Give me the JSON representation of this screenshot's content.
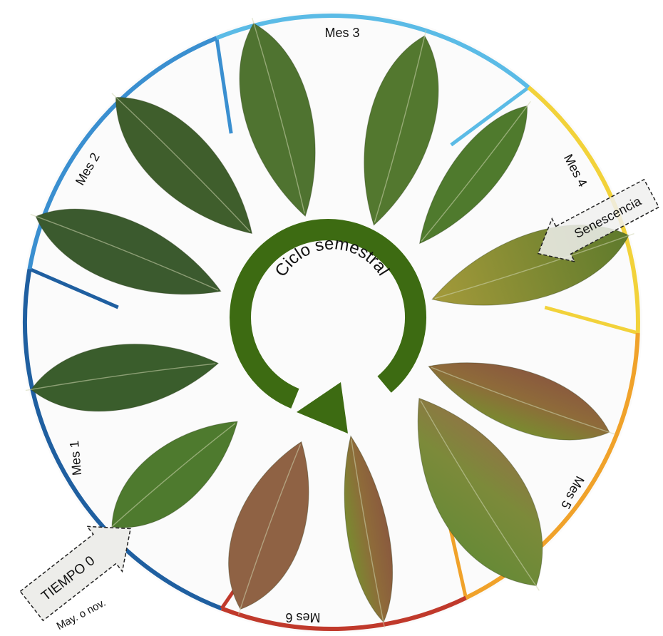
{
  "cycle": {
    "center_label": "Ciclo semestral",
    "arrow_color": "#3d6b12"
  },
  "months": [
    {
      "label": "Mes 1",
      "color": "#1f5fa0"
    },
    {
      "label": "Mes 2",
      "color": "#3a8fd0"
    },
    {
      "label": "Mes 3",
      "color": "#5bbbe6"
    },
    {
      "label": "Mes 4",
      "color": "#f2d23a"
    },
    {
      "label": "Mes 5",
      "color": "#f0a22a"
    },
    {
      "label": "Mes 6",
      "color": "#c0392b"
    }
  ],
  "callouts": {
    "senescencia": "Senescencia",
    "tiempo0": "TIEMPO 0",
    "tiempo0_sub": "May. o nov."
  },
  "leaf_stages": [
    {
      "stage": "Mes 1",
      "fill": "#4e7a2e"
    },
    {
      "stage": "Mes 1",
      "fill": "#3a5d2c"
    },
    {
      "stage": "Mes 2",
      "fill": "#3b5a2e"
    },
    {
      "stage": "Mes 2",
      "fill": "#3f5e2c"
    },
    {
      "stage": "Mes 3",
      "fill": "#4f7330"
    },
    {
      "stage": "Mes 3",
      "fill": "#53782f"
    },
    {
      "stage": "Mes 4",
      "fill": "#4f7a2d"
    },
    {
      "stage": "Mes 4",
      "fill": "#6f8a2e"
    },
    {
      "stage": "Mes 5",
      "fill": "#6c7f30"
    },
    {
      "stage": "Mes 5",
      "fill": "#7d7a36"
    },
    {
      "stage": "Mes 6",
      "fill": "#8f6244"
    },
    {
      "stage": "Mes 6",
      "fill": "#8a6a36"
    }
  ]
}
